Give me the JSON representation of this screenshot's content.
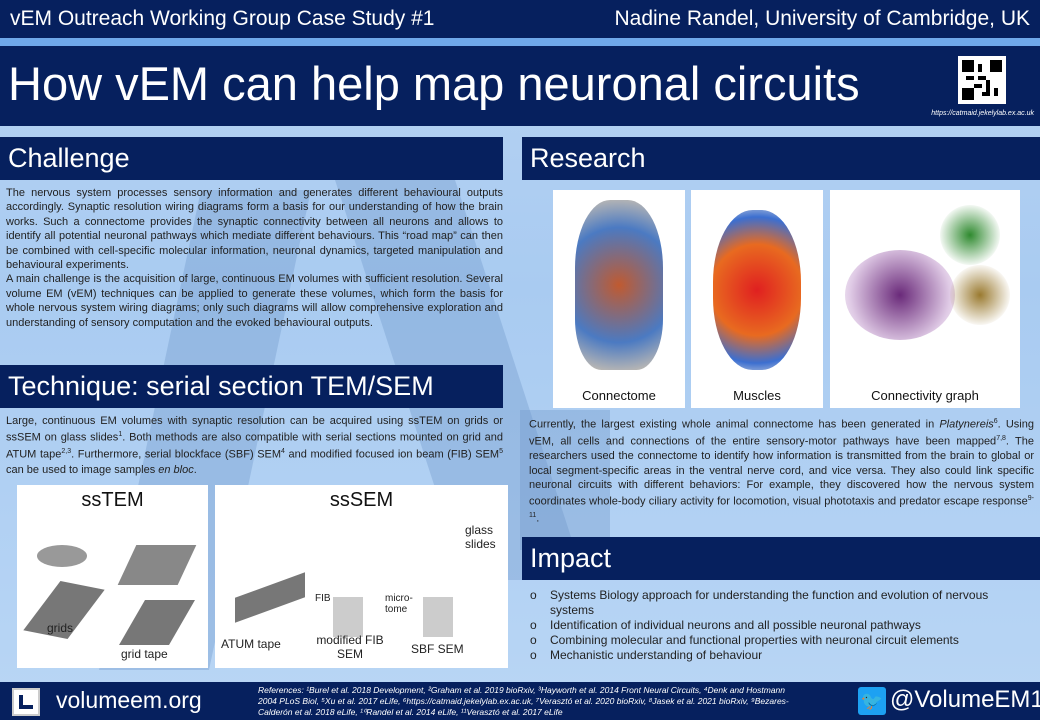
{
  "header": {
    "left": "vEM Outreach Working Group Case Study #1",
    "right": "Nadine Randel, University of Cambridge, UK"
  },
  "title": "How vEM can help map neuronal circuits",
  "qr_url": "https://catmaid.jekelylab.ex.ac.uk",
  "challenge": {
    "heading": "Challenge",
    "p1": "The nervous system processes sensory information and generates different behavioural outputs accordingly. Synaptic resolution wiring diagrams form a basis for our understanding of how the brain works. Such a connectome provides the synaptic connectivity between all neurons and allows to identify all potential neuronal pathways which mediate different behaviours. This “road map” can then be combined with cell-specific molecular information, neuronal dynamics, targeted manipulation and behavioural experiments.",
    "p2": "A main challenge is the acquisition of large, continuous EM volumes with sufficient resolution. Several volume EM (vEM) techniques can be applied to generate these volumes, which form the basis for whole nervous system wiring diagrams; only such diagrams will allow comprehensive exploration and understanding of sensory computation and the evoked behavioural outputs."
  },
  "technique": {
    "heading": "Technique: serial section TEM/SEM",
    "text": [
      "Large, continuous EM volumes with synaptic resolution can be acquired using ssTEM on grids or ssSEM on glass slides",
      "1",
      ". Both methods are also compatible with serial sections mounted on grid and ATUM tape",
      "2,3",
      ". Furthermore, serial blockface (SBF) SEM",
      "4",
      " and modified focused ion beam (FIB) SEM",
      "5",
      " can be used to image samples ",
      "en bloc",
      "."
    ],
    "fig_sstem": {
      "title": "ssTEM",
      "labels": [
        "grids",
        "grid tape"
      ]
    },
    "fig_sssem": {
      "title": "ssSEM",
      "labels": [
        "ATUM tape",
        "glass slides",
        "FIB",
        "modified FIB SEM",
        "micro-tome",
        "SBF SEM"
      ]
    }
  },
  "research": {
    "heading": "Research",
    "images": [
      "Connectome",
      "Muscles",
      "Connectivity graph"
    ],
    "text": [
      "Currently, the largest existing whole animal connectome has been generated in ",
      "Platynereis",
      "6",
      ". Using vEM, all cells and connections of the entire sensory-motor pathways have been mapped",
      "7,8",
      ". The researchers used the connectome to identify how information is transmitted from the brain to global or local segment-specific areas in the ventral nerve cord, and vice versa. They also could link specific neuronal circuits with different behaviors: For example, they discovered how the nervous system coordinates whole-body ciliary activity for locomotion, visual phototaxis and predator escape response",
      "9-11",
      "."
    ]
  },
  "impact": {
    "heading": "Impact",
    "bullet": "o",
    "items": [
      "Systems Biology approach for understanding the function and evolution of nervous systems",
      "Identification of individual neurons and all possible neuronal pathways",
      "Combining molecular and functional properties with neuronal circuit elements",
      "Mechanistic understanding of behaviour"
    ]
  },
  "footer": {
    "site": "volumeem.org",
    "twitter": "@VolumeEM1",
    "references": "References: ¹Burel et al. 2018 Development, ²Graham et al. 2019 bioRxiv, ³Hayworth et al. 2014 Front Neural Circuits, ⁴Denk and Hostmann 2004 PLoS Biol, ⁵Xu et al. 2017 eLife, ⁶https://catmaid.jekelylab.ex.ac.uk, ⁷Verasztó et al. 2020 bioRxiv, ⁸Jasek et al. 2021 bioRxiv, ⁹Bezares-Calderón et al. 2018 eLife, ¹⁰Randel et al. 2014 eLife, ¹¹Verasztó et al. 2017 eLife"
  },
  "colors": {
    "navy": "#06205e",
    "light": "#b7d3f3"
  }
}
